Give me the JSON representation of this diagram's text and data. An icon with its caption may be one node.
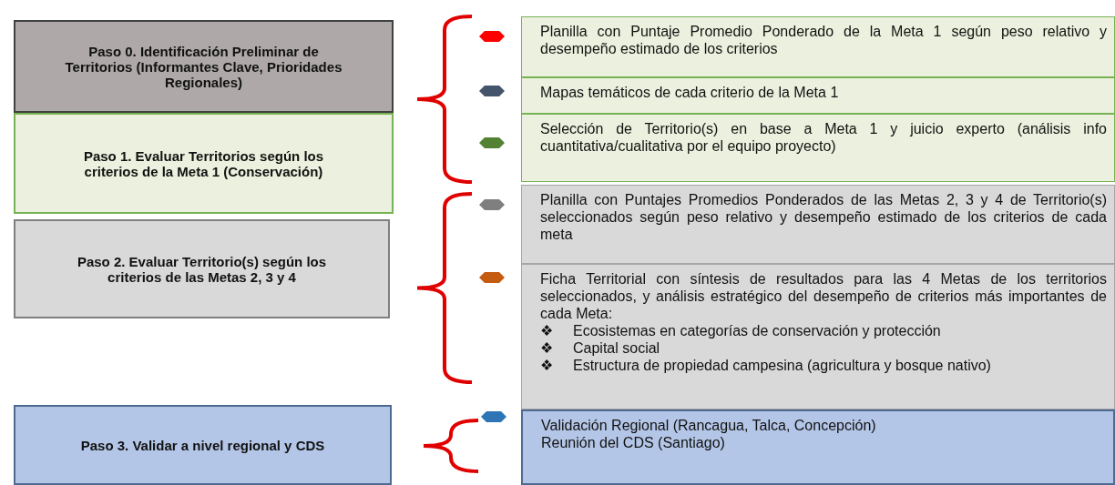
{
  "diagram": {
    "nodes": [
      {
        "text": [
          "Paso 0.  Identificación Preliminar de Territorios (Informantes Clave, Prioridades Regionales)"
        ]
      },
      {
        "text": [
          "Paso 1. Evaluar Territorios según los criterios de la Meta 1 (Conservación)"
        ]
      },
      {
        "text": [
          "Paso 2. Evaluar Territorio(s) según los criterios de las Metas 2, 3 y 4"
        ]
      },
      {
        "text": [
          "Paso 3. Validar a nivel regional y CDS"
        ]
      },
      {
        "text": [
          "Planilla con Puntaje Promedio Ponderado de la Meta 1 según peso relativo y desempeño estimado de los criterios"
        ]
      },
      {
        "text": [
          "Mapas temáticos de cada criterio de la Meta 1"
        ]
      },
      {
        "text": [
          "Selección de Territorio(s) en base a Meta 1 y juicio experto (análisis info cuantitativa/cualitativa por el equipo proyecto)"
        ]
      },
      {
        "text": [
          "Planilla con Puntajes Promedios Ponderados de las Metas 2, 3 y 4 de Territorio(s) seleccionados según peso relativo y desempeño estimado de los criterios de cada meta"
        ]
      },
      {
        "text": [
          "Ficha Territorial con síntesis de resultados para las 4 Metas de los territorios seleccionados, y análisis estratégico del desempeño de criterios más importantes de cada Meta:",
          "Ecosistemas en categorías de conservación y protección",
          "Capital social",
          "Estructura de propiedad campesina (agricultura y bosque nativo)"
        ]
      },
      {
        "text": [
          "Validación Regional (Rancagua, Talca, Concepción)",
          "Reunión del CDS (Santiago)"
        ]
      }
    ],
    "labels": [
      "❖",
      "❖",
      "❖"
    ]
  }
}
